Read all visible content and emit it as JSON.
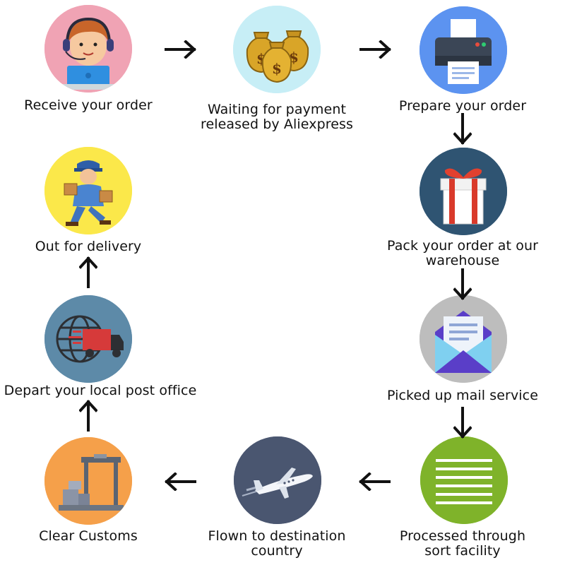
{
  "steps": [
    {
      "id": "receive",
      "label": "Receive your order",
      "color": "#f0a3b4",
      "icon": "customer-service-agent-icon"
    },
    {
      "id": "payment",
      "label": "Waiting for payment\nreleased by Aliexpress",
      "color": "#c7eef6",
      "icon": "money-bags-icon"
    },
    {
      "id": "prepare",
      "label": "Prepare your order",
      "color": "#5c93f0",
      "icon": "printer-icon"
    },
    {
      "id": "pack",
      "label": "Pack your order at our\nwarehouse",
      "color": "#2f5472",
      "icon": "gift-box-icon"
    },
    {
      "id": "pickup",
      "label": "Picked up mail service",
      "color": "#bdbdbd",
      "icon": "mail-envelope-icon"
    },
    {
      "id": "sort",
      "label": "Processed through\nsort facility",
      "color": "#7fb32a",
      "icon": "sort-lines-icon"
    },
    {
      "id": "flown",
      "label": "Flown to destination\ncountry",
      "color": "#4a5670",
      "icon": "airplane-icon"
    },
    {
      "id": "customs",
      "label": "Clear Customs",
      "color": "#f5a04a",
      "icon": "customs-scanner-icon"
    },
    {
      "id": "depart",
      "label": "Depart your local post office",
      "color": "#5d8aa8",
      "icon": "globe-truck-icon"
    },
    {
      "id": "delivery",
      "label": "Out for delivery",
      "color": "#fbe84a",
      "icon": "delivery-man-icon"
    }
  ],
  "arrow_color": "#111111"
}
